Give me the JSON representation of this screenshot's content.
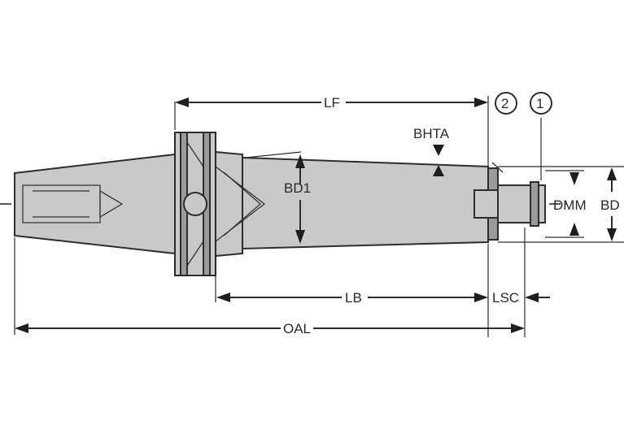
{
  "labels": {
    "lf": "LF",
    "bhta": "BHTA",
    "bd1": "BD1",
    "dmm": "DMM",
    "bd": "BD",
    "lb": "LB",
    "lsc": "LSC",
    "oal": "OAL"
  },
  "callouts": {
    "one": "1",
    "two": "2"
  }
}
